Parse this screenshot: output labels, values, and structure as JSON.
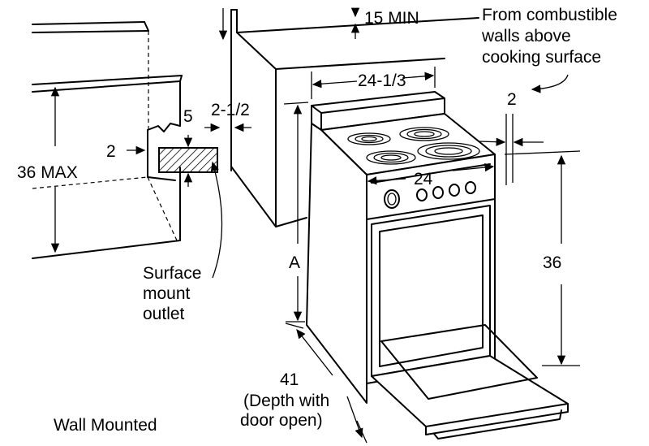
{
  "labels": {
    "min_clearance": "15 MIN",
    "combustible_note_line1": "From combustible",
    "combustible_note_line2": "walls above",
    "combustible_note_line3": "cooking surface",
    "top_width": "24-1/3",
    "side_gap_right": "2",
    "cabinet_gap": "2-1/2",
    "outlet_offset": "5",
    "outlet_side": "2",
    "max_height": "36 MAX",
    "range_width": "24",
    "range_height": "36",
    "dimension_a": "A",
    "outlet_line1": "Surface",
    "outlet_line2": "mount",
    "outlet_line3": "outlet",
    "depth_value": "41",
    "depth_note_line1": "(Depth with",
    "depth_note_line2": "door open)",
    "caption": "Wall Mounted"
  }
}
